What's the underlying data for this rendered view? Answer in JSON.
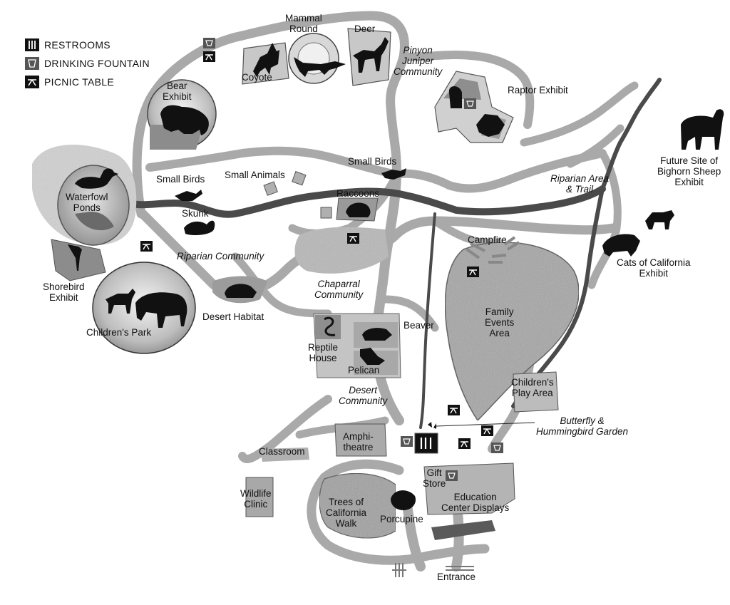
{
  "legend": {
    "restrooms": "RESTROOMS",
    "drinking_fountain": "DRINKING FOUNTAIN",
    "picnic_table": "PICNIC TABLE"
  },
  "labels": {
    "mammal_round": "Mammal\nRound",
    "deer": "Deer",
    "coyote": "Coyote",
    "pinyon_juniper": "Pinyon\nJuniper\nCommunity",
    "raptor_exhibit": "Raptor Exhibit",
    "bear_exhibit": "Bear\nExhibit",
    "waterfowl_ponds": "Waterfowl\nPonds",
    "small_birds_west": "Small Birds",
    "small_animals": "Small Animals",
    "small_birds_east": "Small Birds",
    "raccoons": "Raccoons",
    "skunk": "Skunk",
    "riparian_community": "Riparian Community",
    "riparian_area_trail": "Riparian Area\n& Trail",
    "bighorn": "Future Site of\nBighorn Sheep\nExhibit",
    "campfire": "Campfire",
    "cats_of_california": "Cats of California\nExhibit",
    "shorebird_exhibit": "Shorebird\nExhibit",
    "childrens_park": "Children's Park",
    "desert_habitat": "Desert Habitat",
    "chaparral_community": "Chaparral\nCommunity",
    "beaver": "Beaver",
    "family_events_area": "Family\nEvents\nArea",
    "reptile_house": "Reptile\nHouse",
    "pelican": "Pelican",
    "childrens_play_area": "Children's\nPlay Area",
    "desert_community": "Desert\nCommunity",
    "butterfly_garden": "Butterfly &\nHummingbird Garden",
    "amphitheatre": "Amphi-\ntheatre",
    "classroom": "Classroom",
    "gift_store": "Gift\nStore",
    "wildlife_clinic": "Wildlife\nClinic",
    "trees_of_california": "Trees of\nCalifornia\nWalk",
    "porcupine": "Porcupine",
    "education_center": "Education\nCenter Displays",
    "entrance": "Entrance"
  }
}
